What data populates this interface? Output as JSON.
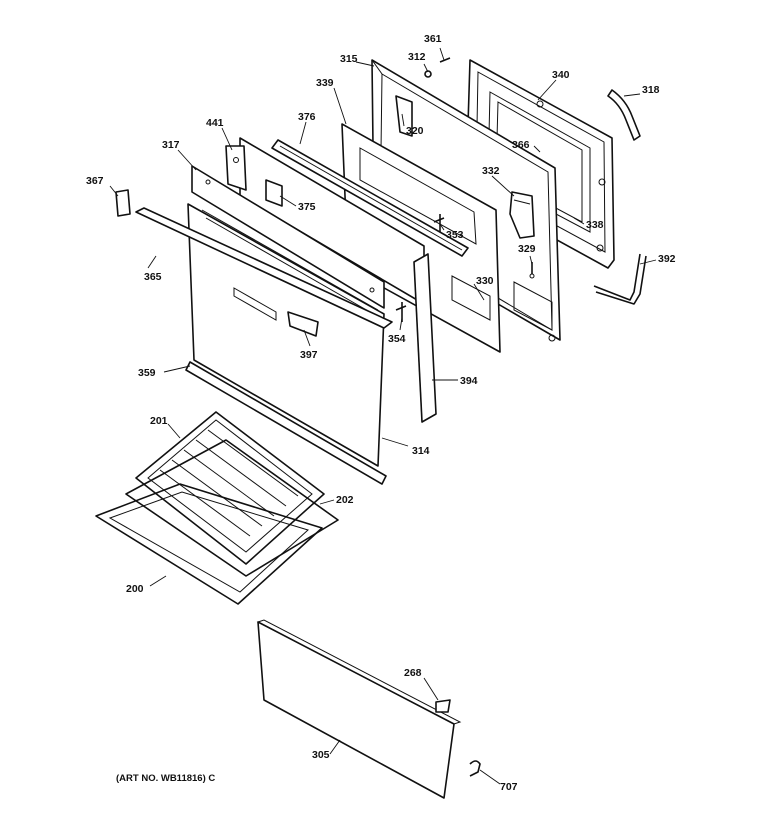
{
  "labels": {
    "p361": "361",
    "p312": "312",
    "p315": "315",
    "p339": "339",
    "p340": "340",
    "p318": "318",
    "p376": "376",
    "p441": "441",
    "p317": "317",
    "p320": "320",
    "p366": "366",
    "p367": "367",
    "p332": "332",
    "p375": "375",
    "p338": "338",
    "p353": "353",
    "p329": "329",
    "p392": "392",
    "p365": "365",
    "p330": "330",
    "p354": "354",
    "p397": "397",
    "p359": "359",
    "p394": "394",
    "p201": "201",
    "p314": "314",
    "p202": "202",
    "p200": "200",
    "p268": "268",
    "p305": "305",
    "p707": "707"
  },
  "art_number": "(ART NO. WB11816) C"
}
